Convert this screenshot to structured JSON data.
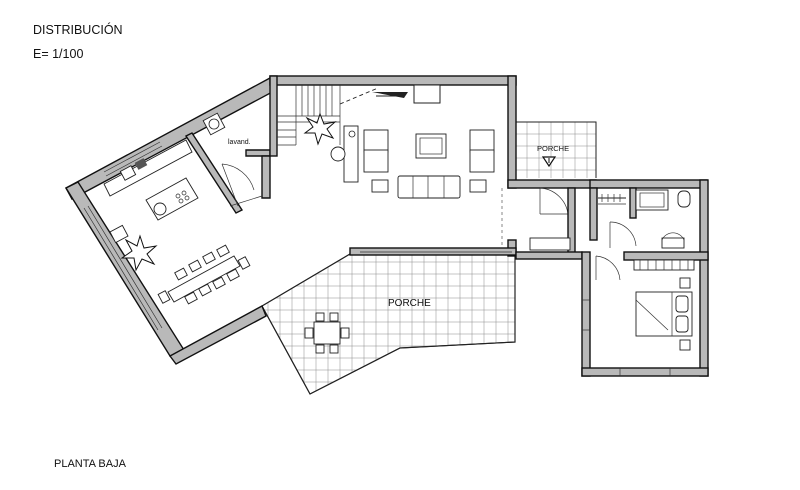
{
  "header": {
    "title": "DISTRIBUCIÓN",
    "scale": "E=  1/100"
  },
  "labels": {
    "laundry": "lavand.",
    "porch_main": "PORCHE",
    "porch_entry": "PORCHE"
  },
  "footer": {
    "floor_name": "PLANTA  BAJA"
  },
  "icons": [
    "stair-arrow",
    "plant-star",
    "entry-arrow"
  ]
}
